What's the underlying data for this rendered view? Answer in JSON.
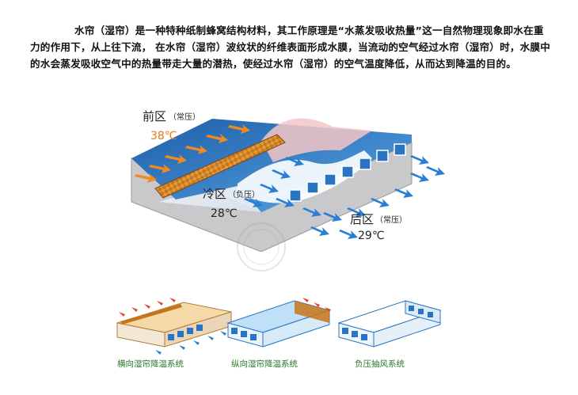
{
  "intro": {
    "text": "水帘（湿帘）是一种特种纸制蜂窝结构材料，其工作原理是“水蒸发吸收热量”这一自然物理现象即水在重力的作用下，从上往下流， 在水帘（湿帘）波纹状的纤维表面形成水膜，当流动的空气经过水帘（湿帘）时，水膜中的水会蒸发吸收空气中的热量带走大量的潜热，使经过水帘（湿帘）的空气温度降低，从而达到降温的目的。"
  },
  "main_diagram": {
    "front_zone": {
      "name": "前区",
      "pressure": "（常压）",
      "temp": "38℃"
    },
    "cold_zone": {
      "name": "冷区",
      "pressure": "（负压）",
      "temp": "28℃"
    },
    "rear_zone": {
      "name": "后区",
      "pressure": "（常压）",
      "temp": "29℃"
    }
  },
  "systems": [
    {
      "caption": "横向湿帘降温系统"
    },
    {
      "caption": "纵向湿帘降温系统"
    },
    {
      "caption": "负压抽风系统"
    }
  ],
  "colors": {
    "hot_arrow": "#f08a1e",
    "cool_arrow": "#2a7fd4",
    "pad": "#c8741a",
    "roof_blue": "#2a74c4",
    "wall_grey": "#c9c9cb",
    "caption_green": "#2a7a2a",
    "hot_temp": "#e8761a"
  }
}
